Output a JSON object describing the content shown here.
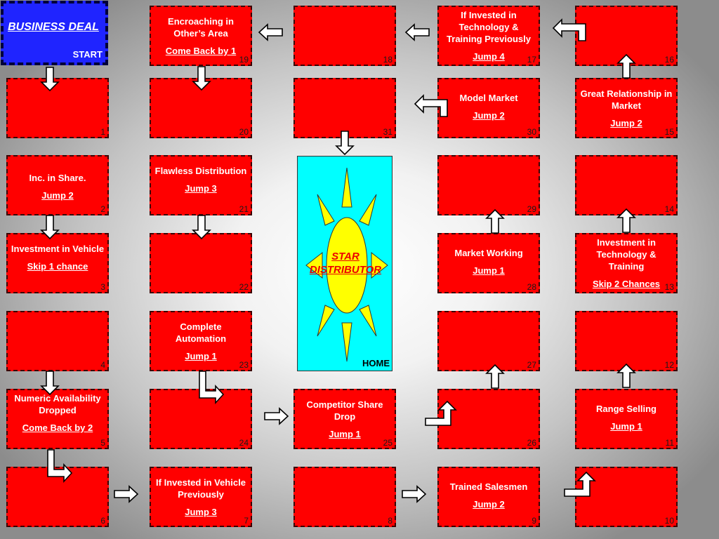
{
  "start": {
    "title": "BUSINESS DEAL",
    "label": "START"
  },
  "home": {
    "title": "STAR DISTRIBUTOR",
    "label": "HOME"
  },
  "tiles": [
    {
      "n": "1",
      "text": "",
      "action": ""
    },
    {
      "n": "2",
      "text": "Inc. in Share.",
      "action": "Jump 2"
    },
    {
      "n": "3",
      "text": "Investment in Vehicle",
      "action": "Skip 1 chance"
    },
    {
      "n": "4",
      "text": "",
      "action": ""
    },
    {
      "n": "5",
      "text": "Numeric Availability Dropped",
      "action": "Come Back by 2"
    },
    {
      "n": "6",
      "text": "",
      "action": ""
    },
    {
      "n": "7",
      "text": "If Invested in Vehicle Previously",
      "action": "Jump 3"
    },
    {
      "n": "8",
      "text": "",
      "action": ""
    },
    {
      "n": "9",
      "text": "Trained Salesmen",
      "action": "Jump 2"
    },
    {
      "n": "10",
      "text": "",
      "action": ""
    },
    {
      "n": "11",
      "text": "Range Selling",
      "action": "Jump 1"
    },
    {
      "n": "12",
      "text": "",
      "action": ""
    },
    {
      "n": "13",
      "text": "Investment in Technology & Training",
      "action": "Skip 2 Chances"
    },
    {
      "n": "14",
      "text": "",
      "action": ""
    },
    {
      "n": "15",
      "text": "Great Relationship in Market",
      "action": "Jump 2"
    },
    {
      "n": "16",
      "text": "",
      "action": ""
    },
    {
      "n": "17",
      "text": "If Invested in Technology & Training Previously",
      "action": "Jump 4"
    },
    {
      "n": "18",
      "text": "",
      "action": ""
    },
    {
      "n": "19",
      "text": "Encroaching in Other’s Area",
      "action": "Come Back by 1"
    },
    {
      "n": "20",
      "text": "",
      "action": ""
    },
    {
      "n": "21",
      "text": "Flawless Distribution",
      "action": "Jump 3"
    },
    {
      "n": "22",
      "text": "",
      "action": ""
    },
    {
      "n": "23",
      "text": "Complete Automation",
      "action": "Jump 1"
    },
    {
      "n": "24",
      "text": "",
      "action": ""
    },
    {
      "n": "25",
      "text": "Competitor Share Drop",
      "action": "Jump 1"
    },
    {
      "n": "26",
      "text": "",
      "action": ""
    },
    {
      "n": "27",
      "text": "",
      "action": ""
    },
    {
      "n": "28",
      "text": "Market Working",
      "action": "Jump 1"
    },
    {
      "n": "29",
      "text": "",
      "action": ""
    },
    {
      "n": "30",
      "text": "Model Market",
      "action": "Jump 2"
    },
    {
      "n": "31",
      "text": "",
      "action": ""
    }
  ],
  "colors": {
    "tile": "#ff0000",
    "start": "#1f24ff",
    "home": "#00ffff",
    "sun": "#ffff00"
  }
}
